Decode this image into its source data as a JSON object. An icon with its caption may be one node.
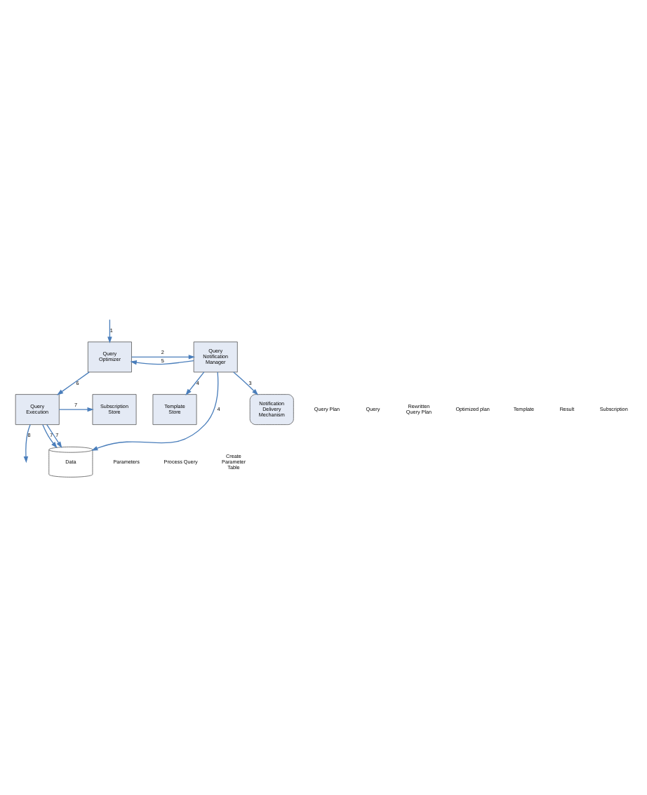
{
  "diagram": {
    "nodes": [
      {
        "text": [
          "Query Optimizer"
        ]
      },
      {
        "text": [
          "Query Notification Manager"
        ]
      },
      {
        "text": [
          "Notification Delivery Mechanism"
        ]
      },
      {
        "text": [
          "Template Store"
        ]
      },
      {
        "text": [
          "Query Execution"
        ]
      },
      {
        "text": [
          "Subscription Store"
        ]
      },
      {
        "text": [
          "Data"
        ]
      }
    ],
    "edges": [
      {
        "from": null,
        "to": 0,
        "arrow": "to",
        "label": "1"
      },
      {
        "from": 0,
        "to": 1,
        "arrow": "to",
        "label": "2"
      },
      {
        "from": 1,
        "to": 2,
        "arrow": "to",
        "label": "3"
      },
      {
        "from": 1,
        "to": 3,
        "arrow": "to",
        "label": "4"
      },
      {
        "from": 1,
        "to": 6,
        "arrow": "to",
        "label": "4"
      },
      {
        "from": 1,
        "to": 0,
        "arrow": "to",
        "label": "5"
      },
      {
        "from": 0,
        "to": 4,
        "arrow": "to",
        "label": "6"
      },
      {
        "from": 4,
        "to": 5,
        "arrow": "to",
        "label": "7"
      },
      {
        "from": 4,
        "to": 6,
        "arrow": "to",
        "label": "7"
      },
      {
        "from": 4,
        "to": 6,
        "arrow": "to",
        "label": "7"
      },
      {
        "from": 4,
        "to": null,
        "arrow": "to",
        "label": "8"
      }
    ],
    "labels": [
      "Query Plan",
      "Query",
      "Rewritten Query Plan",
      "Optimized plan",
      "Template",
      "Result",
      "Subscription",
      "Parameters",
      "Process Query",
      "Create Parameter Table"
    ]
  }
}
